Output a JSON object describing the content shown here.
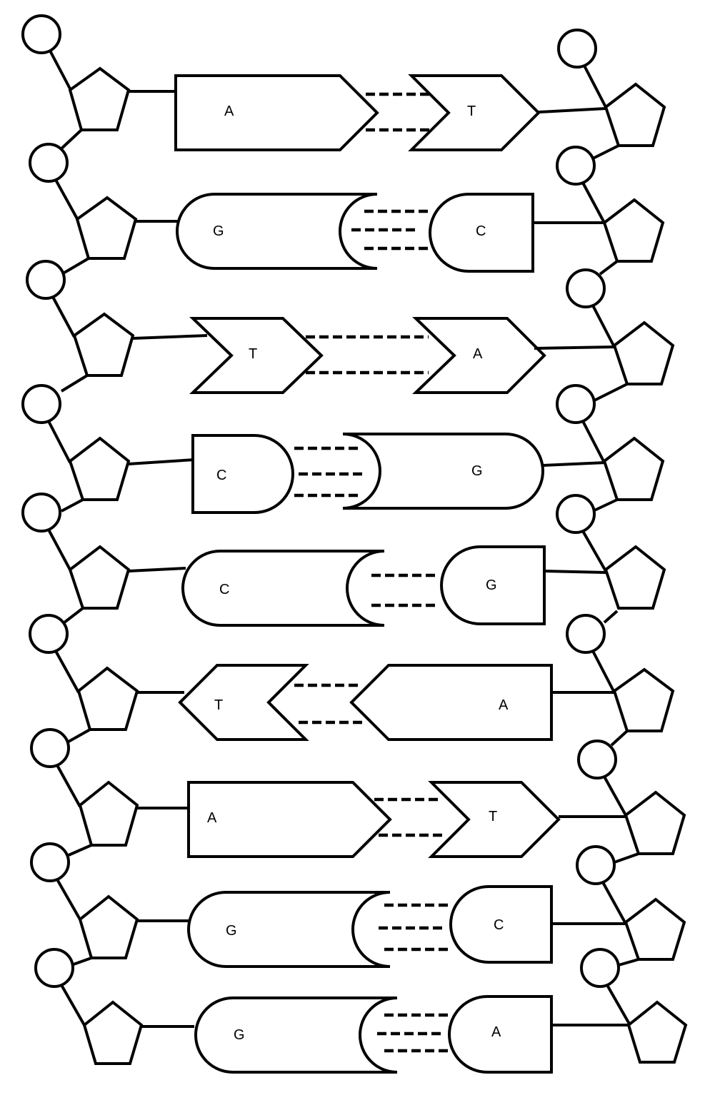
{
  "base_pairs": [
    {
      "left": "A",
      "right": "T"
    },
    {
      "left": "G",
      "right": "C"
    },
    {
      "left": "T",
      "right": "A"
    },
    {
      "left": "C",
      "right": "G"
    },
    {
      "left": "C",
      "right": "G"
    },
    {
      "left": "T",
      "right": "A"
    },
    {
      "left": "A",
      "right": "T"
    },
    {
      "left": "G",
      "right": "C"
    },
    {
      "left": "G",
      "right": "A"
    }
  ]
}
